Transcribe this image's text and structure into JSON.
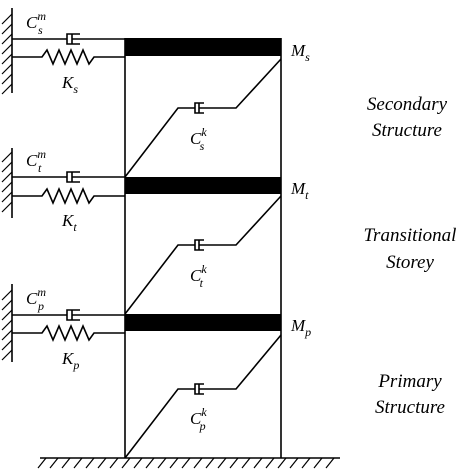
{
  "labels": {
    "secondary": {
      "mass": {
        "base": "M",
        "sub": "s"
      },
      "spring": {
        "base": "K",
        "sub": "s"
      },
      "ext_damper": {
        "base": "C",
        "sub": "s",
        "sup": "m"
      },
      "int_damper": {
        "base": "C",
        "sub": "s",
        "sup": "k"
      }
    },
    "transitional": {
      "mass": {
        "base": "M",
        "sub": "t"
      },
      "spring": {
        "base": "K",
        "sub": "t"
      },
      "ext_damper": {
        "base": "C",
        "sub": "t",
        "sup": "m"
      },
      "int_damper": {
        "base": "C",
        "sub": "t",
        "sup": "k"
      }
    },
    "primary": {
      "mass": {
        "base": "M",
        "sub": "p"
      },
      "spring": {
        "base": "K",
        "sub": "p"
      },
      "ext_damper": {
        "base": "C",
        "sub": "p",
        "sup": "m"
      },
      "int_damper": {
        "base": "C",
        "sub": "p",
        "sup": "k"
      }
    }
  },
  "descriptions": {
    "secondary": [
      "Secondary",
      "Structure"
    ],
    "transitional": [
      "Transitional",
      "Storey"
    ],
    "primary": [
      "Primary",
      "Structure"
    ]
  }
}
